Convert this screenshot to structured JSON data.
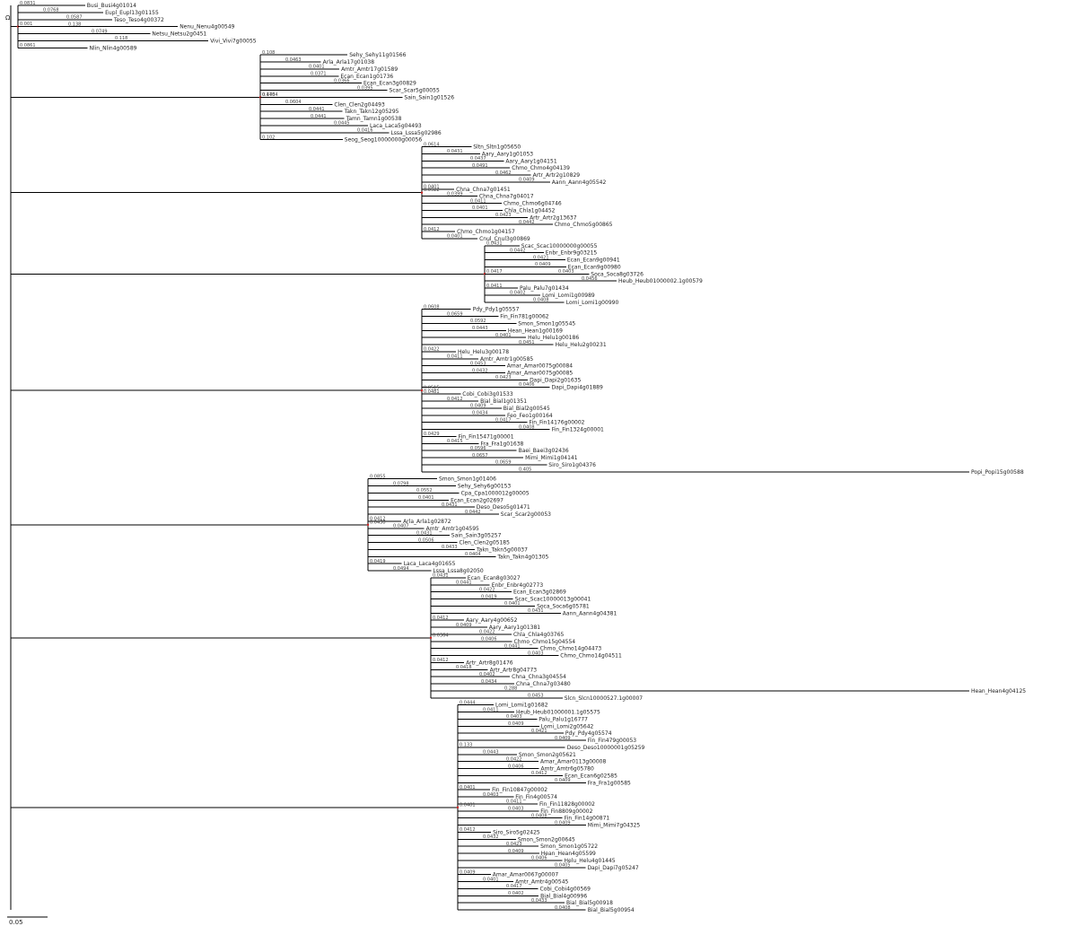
{
  "tree": {
    "colors": {
      "branch": "#000000",
      "leaf_text": "#222222",
      "support_text": "#444444",
      "node_marker": "#cc2222",
      "leaf_connector": "#2233aa"
    },
    "scale_bar": {
      "label": "0.05"
    },
    "root_marker": "Ω",
    "clades": [
      {
        "support": "0.001",
        "leaves": [
          {
            "label": "Busi_Busi4g01014",
            "branch": "0.0831"
          },
          {
            "label": "Eupl_Eupl13g01155",
            "branch": "0.0768"
          },
          {
            "label": "Teso_Teso4g00372",
            "branch": "0.0587"
          },
          {
            "label": "Nenu_Nenu4g00549",
            "branch": "0.138"
          },
          {
            "label": "Netsu_Netsu2g0451",
            "branch": "0.0749"
          },
          {
            "label": "Vivi_Vivi7g00055",
            "branch": "0.118"
          },
          {
            "label": "Nlin_Nlin4g00589",
            "branch": "0.0861"
          }
        ]
      },
      {
        "support": "0.4404",
        "leaves": [
          {
            "label": "Sehy_Sehy11g01566",
            "branch": "0.108"
          },
          {
            "label": "Arla_Arla17g01038",
            "branch": "0.0463"
          },
          {
            "label": "Amtr_Amtr17g01589",
            "branch": "0.0401"
          },
          {
            "label": "Ecan_Ecan1g01736",
            "branch": "0.0371"
          },
          {
            "label": "Ecan_Ecan3g00829",
            "branch": "0.0366"
          },
          {
            "label": "Scar_Scar5g00055",
            "branch": "0.0395"
          },
          {
            "label": "Sain_Sain1g01526",
            "branch": "0.176"
          },
          {
            "label": "Clen_Clen2g04493",
            "branch": "0.0604"
          },
          {
            "label": "Takn_Takn12g05295",
            "branch": "0.0441"
          },
          {
            "label": "Tamn_Tamn1g00538",
            "branch": "0.0441"
          },
          {
            "label": "Laca_Laca5g04493",
            "branch": "0.0445"
          },
          {
            "label": "Lssa_Lssa5g02986",
            "branch": "0.0416"
          },
          {
            "label": "Seog_Seog10000000g00056",
            "branch": "0.102"
          }
        ]
      },
      {
        "support": "0.0922",
        "leaves": [
          {
            "label": "Sltn_Sltn1g05650",
            "branch": "0.0614"
          },
          {
            "label": "Aary_Aary1g01053",
            "branch": "0.0431"
          },
          {
            "label": "Aary_Aary1g04151",
            "branch": "0.0437"
          },
          {
            "label": "Chmo_Chmo4g04139",
            "branch": "0.0491"
          },
          {
            "label": "Artr_Artr2g10829",
            "branch": "0.0462"
          },
          {
            "label": "Aann_Aann4g05542",
            "branch": "0.0409"
          },
          {
            "label": "Chna_Chna7g01451",
            "branch": "0.0401"
          },
          {
            "label": "Chna_Chna7g04017",
            "branch": "0.0399"
          },
          {
            "label": "Chmo_Chmo6g04746",
            "branch": "0.0411"
          },
          {
            "label": "Chla_Chla1g04452",
            "branch": "0.0401"
          },
          {
            "label": "Artr_Artr2g13637",
            "branch": "0.0423"
          },
          {
            "label": "Chmo_Chmo5g00865",
            "branch": "0.0442"
          },
          {
            "label": "Chmo_Chmo1g04157",
            "branch": "0.0412"
          },
          {
            "label": "Cnul_Cnul3g00869",
            "branch": "0.0401"
          }
        ]
      },
      {
        "support": "0.0417",
        "leaves": [
          {
            "label": "Scac_Scac10000000g00055",
            "branch": "0.0431"
          },
          {
            "label": "Enbr_Enbr9g03215",
            "branch": "0.0442"
          },
          {
            "label": "Ecan_Ecan9g00941",
            "branch": "0.0421"
          },
          {
            "label": "Ecan_Ecan9g00980",
            "branch": "0.0409"
          },
          {
            "label": "Soca_Soca8g03726",
            "branch": "0.0403"
          },
          {
            "label": "Heub_Heub01000002.1g00579",
            "branch": "0.0456"
          },
          {
            "label": "Palu_Palu7g01434",
            "branch": "0.0411"
          },
          {
            "label": "Lomi_Lomi1g00989",
            "branch": "0.0402"
          },
          {
            "label": "Lomi_Lomi1g00990",
            "branch": "0.0408"
          }
        ]
      },
      {
        "support": "0.0515",
        "leaves": [
          {
            "label": "Pdy_Pdy1g05557",
            "branch": "0.0608"
          },
          {
            "label": "Fin_Fin781g00062",
            "branch": "0.0659"
          },
          {
            "label": "Smon_Smon1g05545",
            "branch": "0.0592"
          },
          {
            "label": "Hean_Hean1g00169",
            "branch": "0.0443"
          },
          {
            "label": "Helu_Helu1g00186",
            "branch": "0.0401"
          },
          {
            "label": "Helu_Helu2g00231",
            "branch": "0.0451"
          },
          {
            "label": "Helu_Helu3g00178",
            "branch": "0.0422"
          },
          {
            "label": "Amtr_Amtr1g00585",
            "branch": "0.0411"
          },
          {
            "label": "Amar_Amar0075g00084",
            "branch": "0.0453"
          },
          {
            "label": "Amar_Amar0075g00085",
            "branch": "0.0432"
          },
          {
            "label": "Dapi_Dapi2g01635",
            "branch": "0.0423"
          },
          {
            "label": "Dapi_Dapi4g01889",
            "branch": "0.0406"
          },
          {
            "label": "Cobi_Cobi3g01533",
            "branch": "0.0481"
          },
          {
            "label": "Bial_Bial1g01351",
            "branch": "0.0412"
          },
          {
            "label": "Bial_Bial2g00545",
            "branch": "0.0409"
          },
          {
            "label": "Feo_Feo1g00164",
            "branch": "0.0434"
          },
          {
            "label": "Fin_Fin14176g00002",
            "branch": "0.0417"
          },
          {
            "label": "Fin_Fin1324g00001",
            "branch": "0.0408"
          },
          {
            "label": "Fin_Fin15471g00001",
            "branch": "0.0429"
          },
          {
            "label": "Fra_Fra1g01638",
            "branch": "0.0415"
          },
          {
            "label": "Baei_Baei3g02436",
            "branch": "0.0596"
          },
          {
            "label": "Mimi_Mimi1g04141",
            "branch": "0.0657"
          },
          {
            "label": "Siro_Siro1g04376",
            "branch": "0.0659"
          },
          {
            "label": "Popi_Popi15g00588",
            "branch": "0.405"
          }
        ]
      },
      {
        "support": "0.0438",
        "leaves": [
          {
            "label": "Smon_Smon1g01406",
            "branch": "0.0855"
          },
          {
            "label": "Sehy_Sehy6g00153",
            "branch": "0.0798"
          },
          {
            "label": "Cpa_Cpa1000012g00005",
            "branch": "0.0552"
          },
          {
            "label": "Ecan_Ecan2g02697",
            "branch": "0.0401"
          },
          {
            "label": "Deso_Deso5g01471",
            "branch": "0.0431"
          },
          {
            "label": "Scar_Scar2g00053",
            "branch": "0.0442"
          },
          {
            "label": "Arla_Arla1g02872",
            "branch": "0.0412"
          },
          {
            "label": "Amtr_Amtr1g04595",
            "branch": "0.0407"
          },
          {
            "label": "Sain_Sain3g05257",
            "branch": "0.0431"
          },
          {
            "label": "Clen_Clen2g05185",
            "branch": "0.0506"
          },
          {
            "label": "Takn_Takn5g00037",
            "branch": "0.0433"
          },
          {
            "label": "Takn_Takn4g01305",
            "branch": "0.0404"
          },
          {
            "label": "Laca_Laca4g01655",
            "branch": "0.0419"
          },
          {
            "label": "Lssa_Lssa8g02050",
            "branch": "0.0494"
          }
        ]
      },
      {
        "support": "0.0364",
        "leaves": [
          {
            "label": "Ecan_Ecan8g03027",
            "branch": "0.0431"
          },
          {
            "label": "Enbr_Enbr4g02773",
            "branch": "0.0441"
          },
          {
            "label": "Ecan_Ecan3g02869",
            "branch": "0.0422"
          },
          {
            "label": "Scac_Scac10000013g00041",
            "branch": "0.0419"
          },
          {
            "label": "Soca_Soca6g05781",
            "branch": "0.0401"
          },
          {
            "label": "Aann_Aann4g04381",
            "branch": "0.0431"
          },
          {
            "label": "Aary_Aary4g00652",
            "branch": "0.0412"
          },
          {
            "label": "Aary_Aary1g01381",
            "branch": "0.0409"
          },
          {
            "label": "Chla_Chla4g03765",
            "branch": "0.0422"
          },
          {
            "label": "Chmo_Chmo15g04554",
            "branch": "0.0406"
          },
          {
            "label": "Chmo_Chmo14g04473",
            "branch": "0.0441"
          },
          {
            "label": "Chmo_Chmo14g04511",
            "branch": "0.0403"
          },
          {
            "label": "Artr_Artr8g01476",
            "branch": "0.0412"
          },
          {
            "label": "Artr_Artr8g04773",
            "branch": "0.0418"
          },
          {
            "label": "Chna_Chna3g04554",
            "branch": "0.0402"
          },
          {
            "label": "Chna_Chna7g03480",
            "branch": "0.0434"
          },
          {
            "label": "Hean_Hean4g04125",
            "branch": "0.288"
          },
          {
            "label": "Slcn_Slcn10000527.1g00007",
            "branch": "0.0453"
          }
        ]
      },
      {
        "support": "0.0481",
        "leaves": [
          {
            "label": "Lomi_Lomi1g01682",
            "branch": "0.0444"
          },
          {
            "label": "Heub_Heub01000001.1g05575",
            "branch": "0.0411"
          },
          {
            "label": "Palu_Palu1g16777",
            "branch": "0.0403"
          },
          {
            "label": "Lomi_Lomi2g05642",
            "branch": "0.0409"
          },
          {
            "label": "Pdy_Pdy4g05574",
            "branch": "0.0421"
          },
          {
            "label": "Fin_Fin479g00053",
            "branch": "0.0409"
          },
          {
            "label": "Deso_Deso10000001g05259",
            "branch": "0.133"
          },
          {
            "label": "Smon_Smon2g05621",
            "branch": "0.0443"
          },
          {
            "label": "Amar_Amar0113g00008",
            "branch": "0.0422"
          },
          {
            "label": "Amtr_Amtr6g05780",
            "branch": "0.0406"
          },
          {
            "label": "Ecan_Ecan6g02585",
            "branch": "0.0412"
          },
          {
            "label": "Fra_Fra1g00585",
            "branch": "0.0409"
          },
          {
            "label": "Fin_Fin10847g00002",
            "branch": "0.0401"
          },
          {
            "label": "Fin_Fin4g00574",
            "branch": "0.0403"
          },
          {
            "label": "Fin_Fin11828g00002",
            "branch": "0.0411"
          },
          {
            "label": "Fin_Fin8809g00002",
            "branch": "0.0403"
          },
          {
            "label": "Fin_Fin14g00871",
            "branch": "0.0408"
          },
          {
            "label": "Mimi_Mimi7g04325",
            "branch": "0.0409"
          },
          {
            "label": "Siro_Siro5g02425",
            "branch": "0.0412"
          },
          {
            "label": "Smon_Smon2g00645",
            "branch": "0.0432"
          },
          {
            "label": "Smon_Smon1g05722",
            "branch": "0.0423"
          },
          {
            "label": "Hean_Hean4g05599",
            "branch": "0.0409"
          },
          {
            "label": "Helu_Helu4g01445",
            "branch": "0.0406"
          },
          {
            "label": "Dapi_Dapi7g05247",
            "branch": "0.0405"
          },
          {
            "label": "Amar_Amar0067g00007",
            "branch": "0.0409"
          },
          {
            "label": "Amtr_Amtr4g00545",
            "branch": "0.0401"
          },
          {
            "label": "Cobi_Cobi4g00569",
            "branch": "0.0417"
          },
          {
            "label": "Bial_Bial4g00996",
            "branch": "0.0402"
          },
          {
            "label": "Bial_Bial5g00918",
            "branch": "0.0433"
          },
          {
            "label": "Bial_Bial5g00954",
            "branch": "0.0408"
          }
        ]
      }
    ]
  }
}
